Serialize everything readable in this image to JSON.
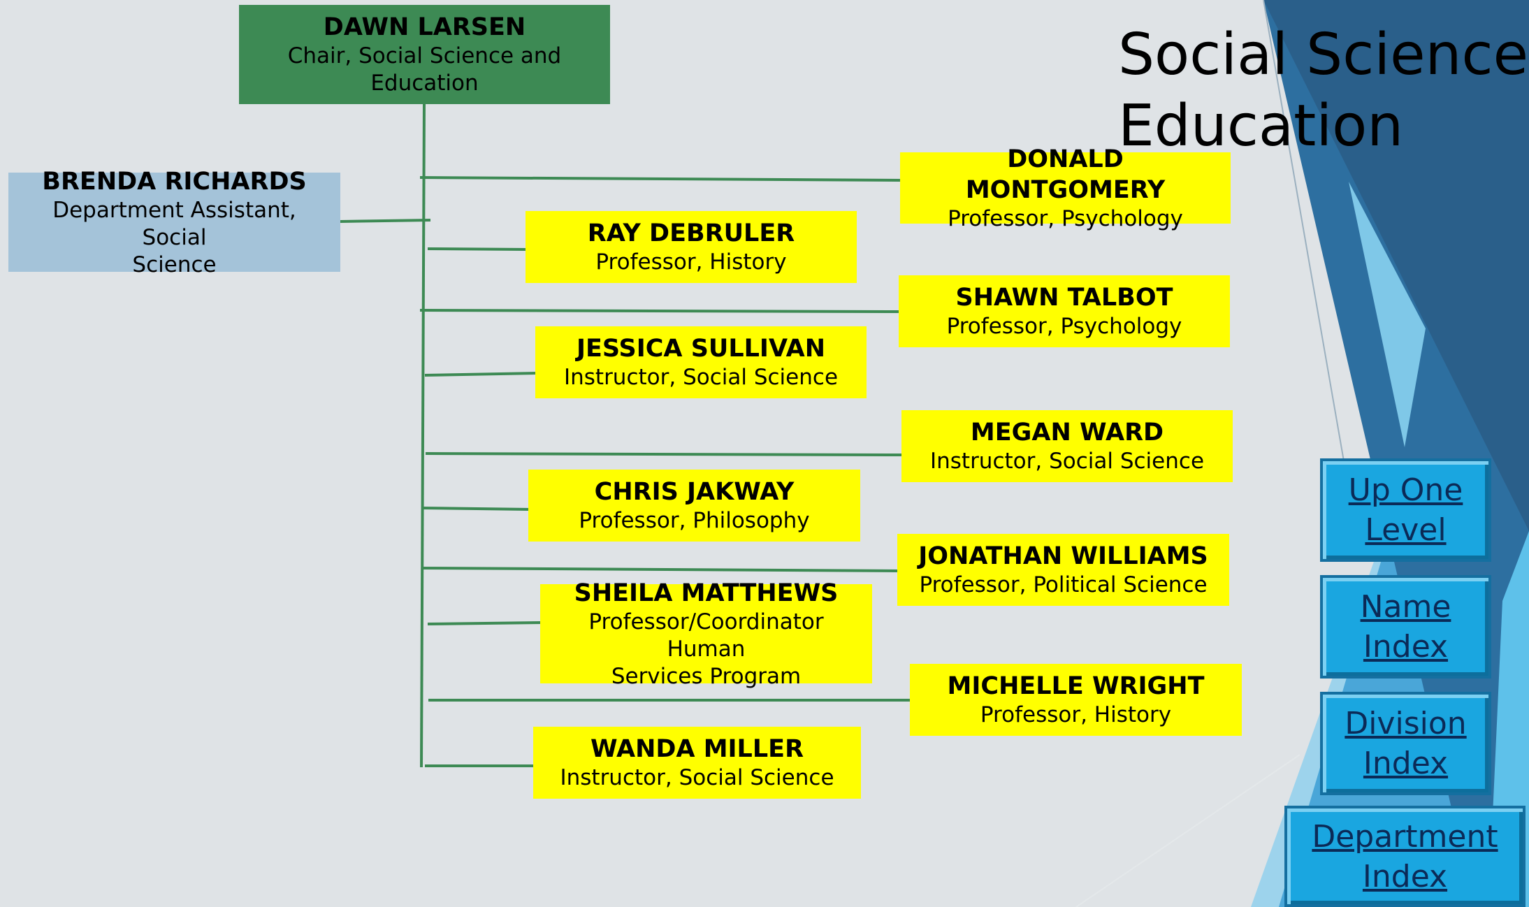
{
  "slide": {
    "title_line1": "Social Science a",
    "title_line2": "Education"
  },
  "chair": {
    "name": "DAWN LARSEN",
    "role_line1": "Chair, Social Science and",
    "role_line2": "Education"
  },
  "assistant": {
    "name": "BRENDA RICHARDS",
    "role_line1": "Department Assistant, Social",
    "role_line2": "Science"
  },
  "members": [
    {
      "name": "DONALD MONTGOMERY",
      "role_line1": "Professor, Psychology",
      "role_line2": ""
    },
    {
      "name": "RAY DEBRULER",
      "role_line1": "Professor, History",
      "role_line2": ""
    },
    {
      "name": "SHAWN TALBOT",
      "role_line1": "Professor, Psychology",
      "role_line2": ""
    },
    {
      "name": "JESSICA SULLIVAN",
      "role_line1": "Instructor, Social Science",
      "role_line2": ""
    },
    {
      "name": "MEGAN WARD",
      "role_line1": "Instructor, Social Science",
      "role_line2": ""
    },
    {
      "name": "CHRIS JAKWAY",
      "role_line1": "Professor, Philosophy",
      "role_line2": ""
    },
    {
      "name": "JONATHAN WILLIAMS",
      "role_line1": "Professor, Political Science",
      "role_line2": ""
    },
    {
      "name": "SHEILA MATTHEWS",
      "role_line1": "Professor/Coordinator Human",
      "role_line2": "Services Program"
    },
    {
      "name": "MICHELLE WRIGHT",
      "role_line1": "Professor, History",
      "role_line2": ""
    },
    {
      "name": "WANDA MILLER",
      "role_line1": "Instructor, Social Science",
      "role_line2": ""
    }
  ],
  "nav": [
    {
      "line1": "Up One",
      "line2": "Level"
    },
    {
      "line1": "Name",
      "line2": "Index"
    },
    {
      "line1": "Division",
      "line2": "Index"
    },
    {
      "line1": "Department",
      "line2": "Index"
    }
  ],
  "colors": {
    "background": "#dfe3e6",
    "member_fill": "#ffff00",
    "chair_fill": "#3d8a54",
    "assistant_fill": "#a4c3d9",
    "connector": "#3d8a54",
    "nav_button": "#1aa6e0",
    "nav_text": "#0b2a57",
    "accent_dark": "#2b6fa3",
    "accent_light": "#7fc8e8"
  }
}
